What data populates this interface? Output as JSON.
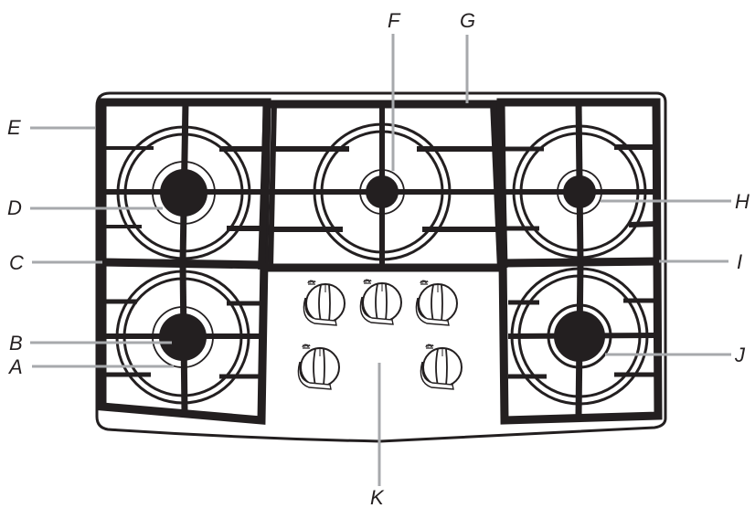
{
  "diagram": {
    "subject": "Gas cooktop, top view",
    "colors": {
      "line": "#231f20",
      "leader": "#a7a9ac",
      "background": "#ffffff"
    },
    "burners": [
      {
        "position": "left-rear",
        "size": "large"
      },
      {
        "position": "left-front",
        "size": "large"
      },
      {
        "position": "center-rear",
        "size": "medium"
      },
      {
        "position": "right-rear",
        "size": "medium"
      },
      {
        "position": "right-front",
        "size": "extra-large"
      }
    ],
    "control_knobs": [
      {
        "position": "top-left"
      },
      {
        "position": "top-center"
      },
      {
        "position": "top-right"
      },
      {
        "position": "bottom-left"
      },
      {
        "position": "bottom-right"
      }
    ],
    "labels": {
      "A": "A",
      "B": "B",
      "C": "C",
      "D": "D",
      "E": "E",
      "F": "F",
      "G": "G",
      "H": "H",
      "I": "I",
      "J": "J",
      "K": "K"
    }
  }
}
